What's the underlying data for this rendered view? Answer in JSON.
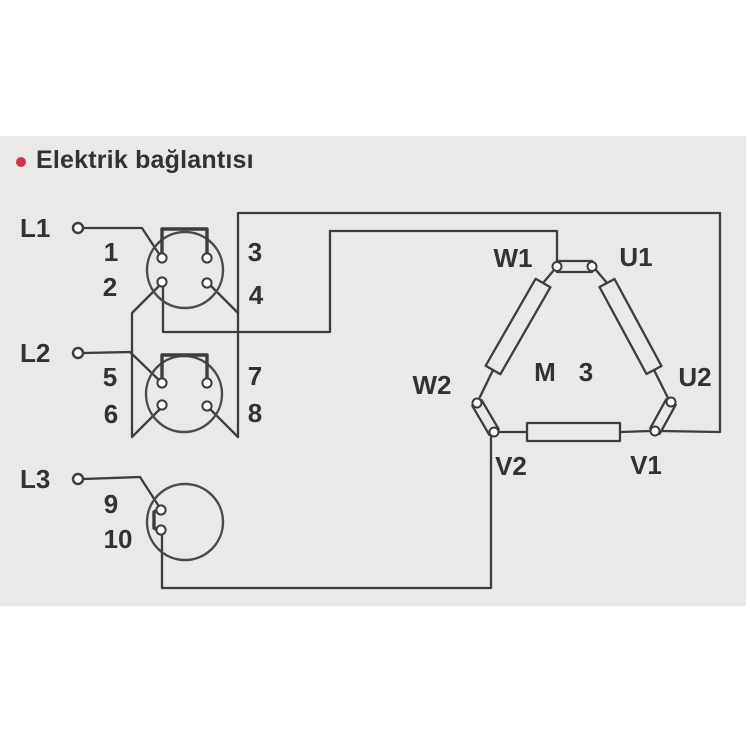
{
  "title": "Elektrik bağlantısı",
  "icons": {
    "section_bullet": "red-dot"
  },
  "phases": [
    "L1",
    "L2",
    "L3"
  ],
  "switch_terminals": [
    "1",
    "2",
    "3",
    "4",
    "5",
    "6",
    "7",
    "8",
    "9",
    "10"
  ],
  "motor": {
    "designation": "M",
    "phase_count": "3",
    "terminals": {
      "w1": "W1",
      "u1": "U1",
      "w2": "W2",
      "u2": "U2",
      "v2": "V2",
      "v1": "V1"
    }
  },
  "colors": {
    "page": "#ffffff",
    "panel": "#e9e9e8",
    "line": "#3d3d3d",
    "text": "#313136",
    "accent": "#d8304a",
    "node_fill": "#fbfbfa"
  }
}
